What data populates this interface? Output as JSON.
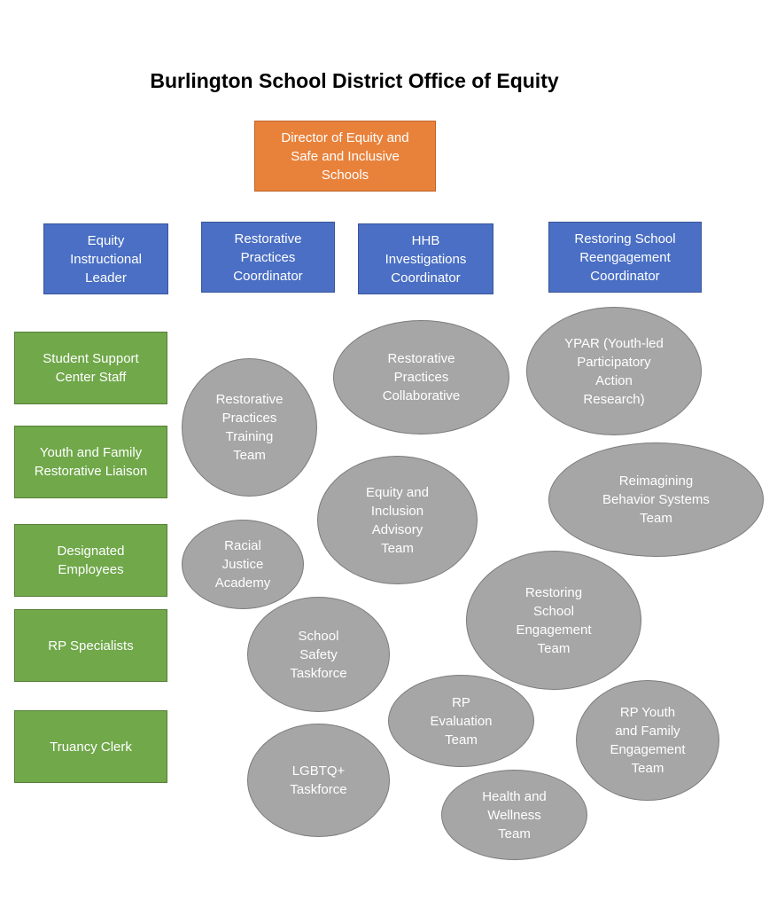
{
  "title": "Burlington School District Office of Equity",
  "director": "Director of Equity and\nSafe and Inclusive\nSchools",
  "coordinators": [
    "Equity\nInstructional\nLeader",
    "Restorative\nPractices\nCoordinator",
    "HHB\nInvestigations\nCoordinator",
    "Restoring School\nReengagement\nCoordinator"
  ],
  "staff": [
    "Student Support\nCenter Staff",
    "Youth and Family\nRestorative Liaison",
    "Designated\nEmployees",
    "RP Specialists",
    "Truancy Clerk"
  ],
  "teams": [
    "Restorative\nPractices\nTraining\nTeam",
    "Restorative\nPractices\nCollaborative",
    "YPAR (Youth-led\nParticipatory\nAction\nResearch)",
    "Equity and\nInclusion\nAdvisory\nTeam",
    "Reimagining\nBehavior Systems\nTeam",
    "Racial\nJustice\nAcademy",
    "Restoring\nSchool\nEngagement\nTeam",
    "School\nSafety\nTaskforce",
    "RP\nEvaluation\nTeam",
    "RP Youth\nand Family\nEngagement\nTeam",
    "LGBTQ+\nTaskforce",
    "Health and\nWellness\nTeam"
  ],
  "colors": {
    "director": "#e8823b",
    "coordinator": "#4a6fc4",
    "staff": "#70a84a",
    "team": "#a6a6a6"
  }
}
